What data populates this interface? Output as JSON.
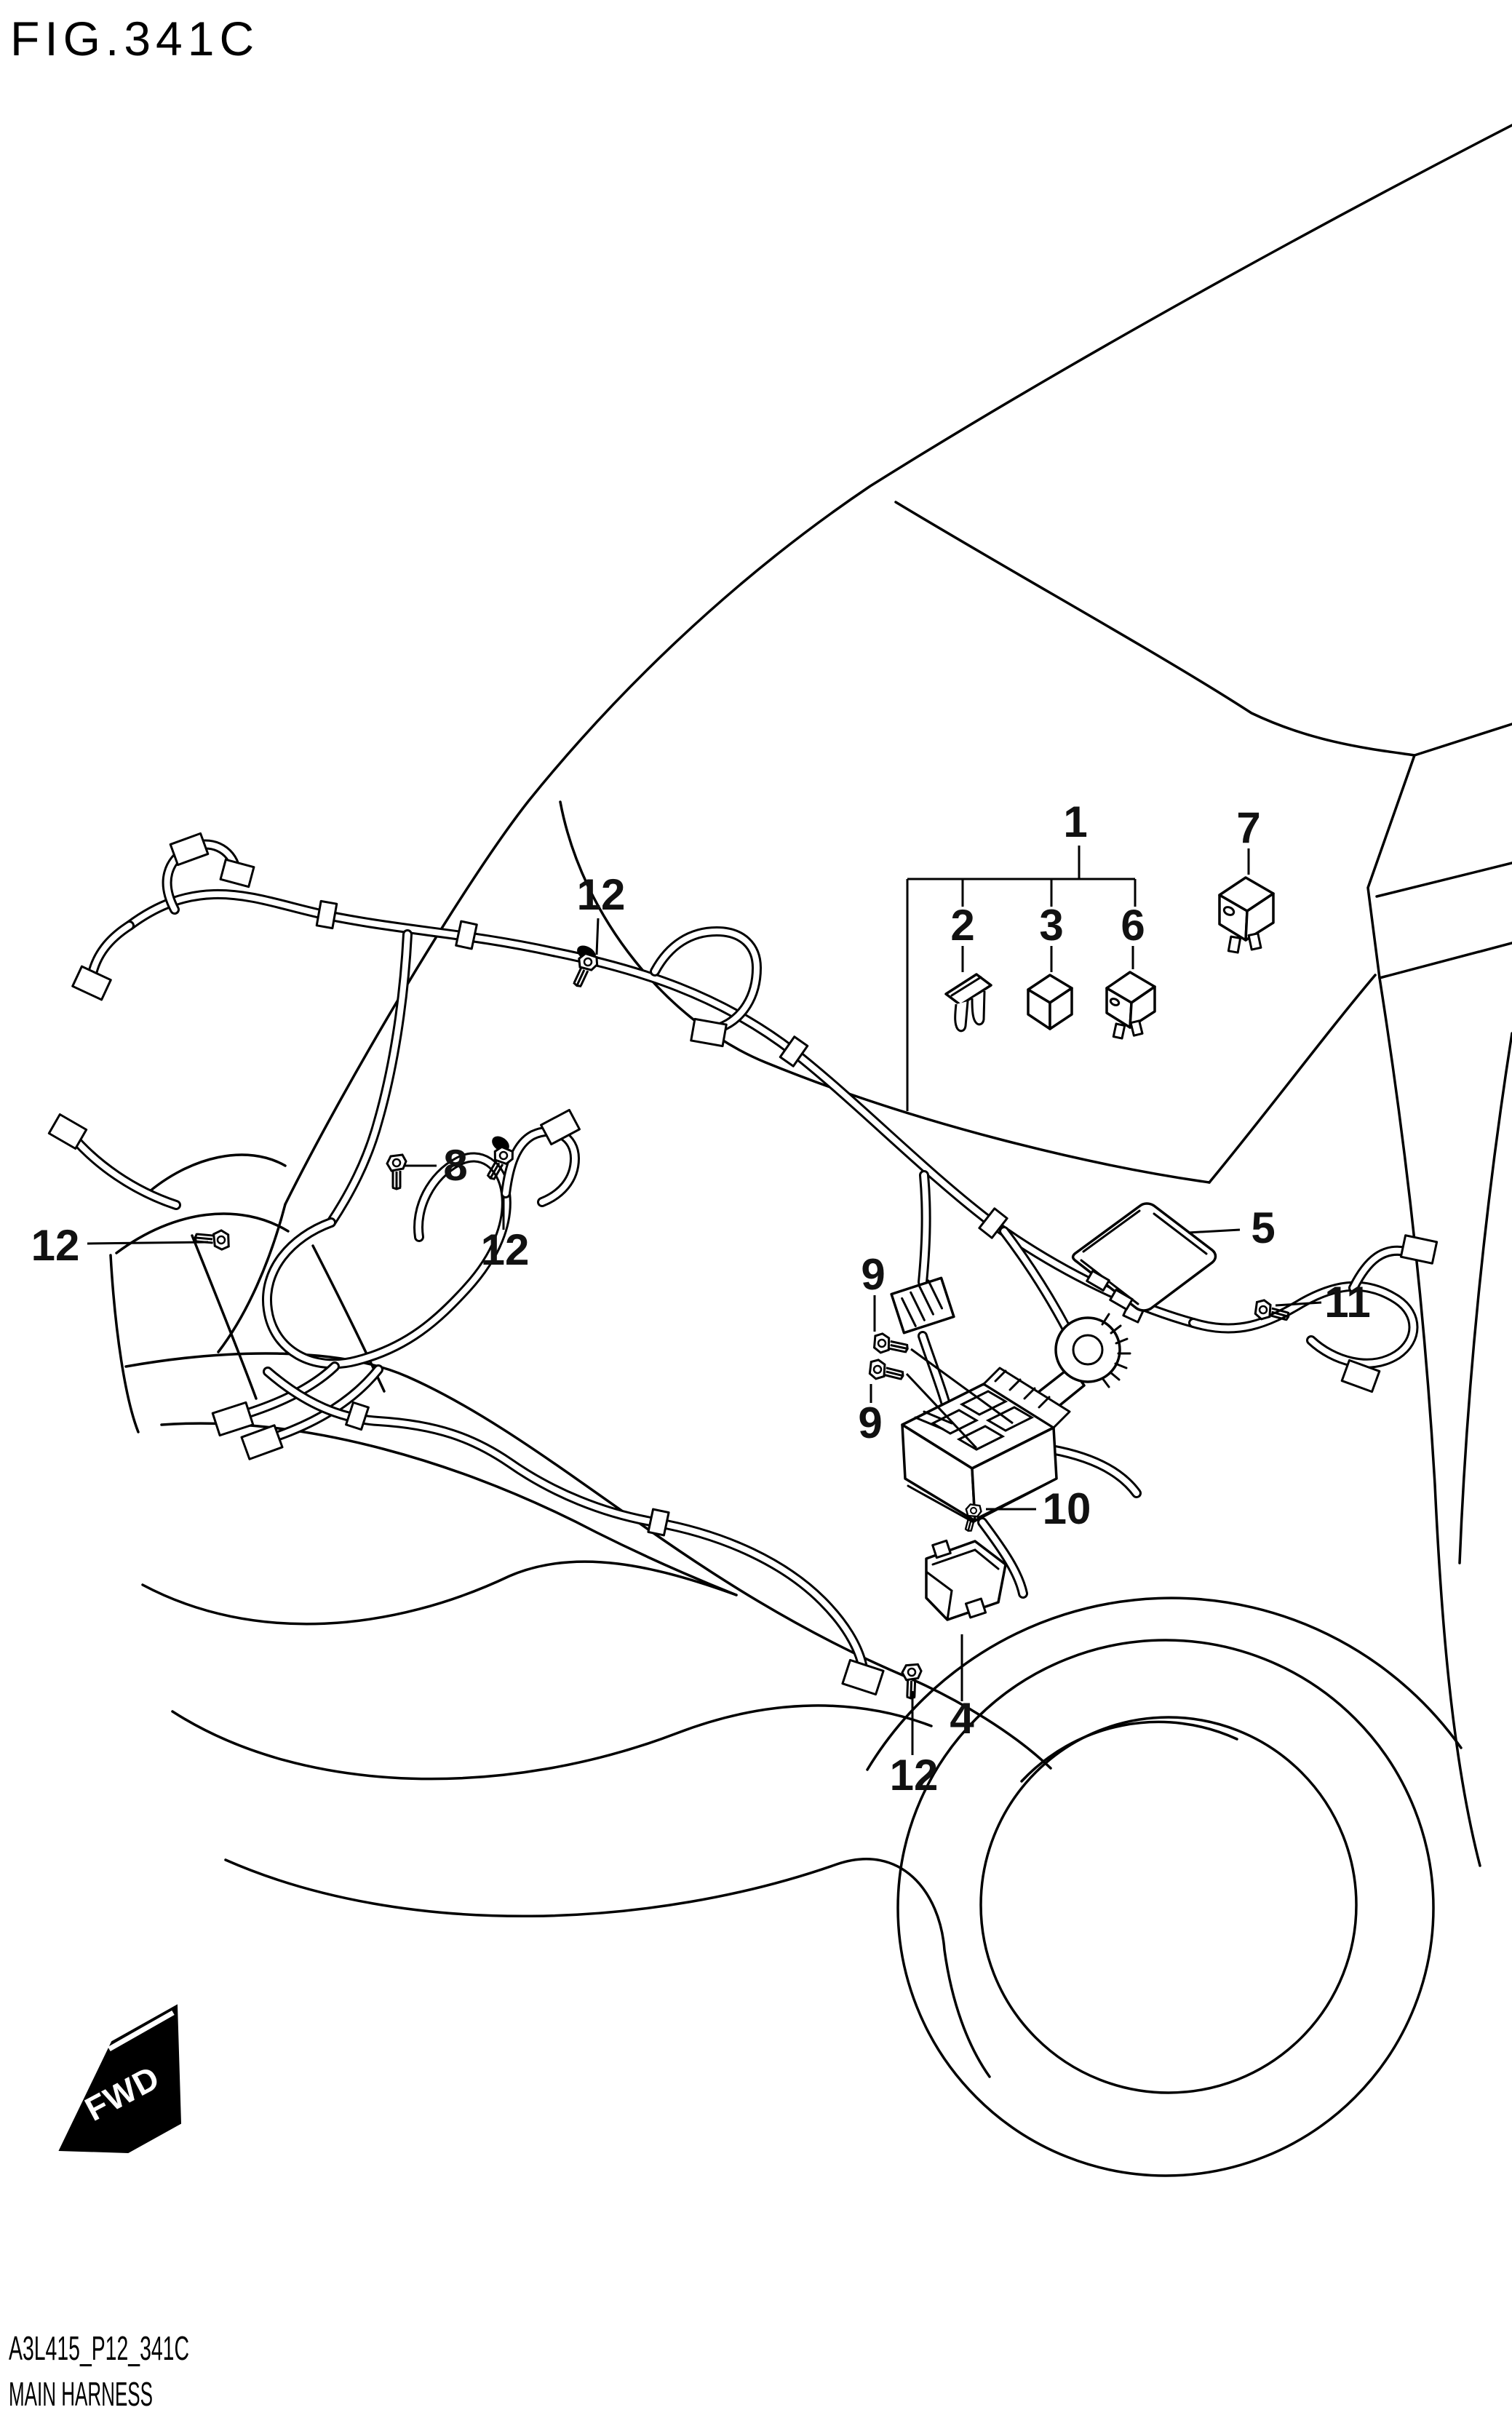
{
  "figure": {
    "title": "FIG.341C"
  },
  "footer": {
    "code": "A3L415_P12_341C",
    "name": "MAIN HARNESS"
  },
  "fwd": {
    "label": "FWD"
  },
  "callouts": {
    "c1": {
      "text": "1"
    },
    "c2": {
      "text": "2"
    },
    "c3": {
      "text": "3"
    },
    "c6": {
      "text": "6"
    },
    "c7": {
      "text": "7"
    },
    "c5": {
      "text": "5"
    },
    "c8": {
      "text": "8"
    },
    "c9a": {
      "text": "9"
    },
    "c9b": {
      "text": "9"
    },
    "c10": {
      "text": "10"
    },
    "c11": {
      "text": "11"
    },
    "c4": {
      "text": "4"
    },
    "c12_top": {
      "text": "12"
    },
    "c12_left": {
      "text": "12"
    },
    "c12_mid": {
      "text": "12"
    },
    "c12_bottom": {
      "text": "12"
    }
  },
  "icons": {
    "fwd_arrow": "fwd-direction-arrow",
    "bolt": "hex-bolt-icon",
    "fuse": "mini-fuse-icon",
    "relay_small": "micro-relay-icon",
    "relay_tab": "tab-relay-icon",
    "relay_large": "relay-assy-icon",
    "ecu": "ecu-cover-box",
    "fuse_box": "engine-fuse-box",
    "bracket": "mount-bracket",
    "grommet": "harness-grommet"
  },
  "colors": {
    "ink": "#000000",
    "paper": "#ffffff"
  }
}
